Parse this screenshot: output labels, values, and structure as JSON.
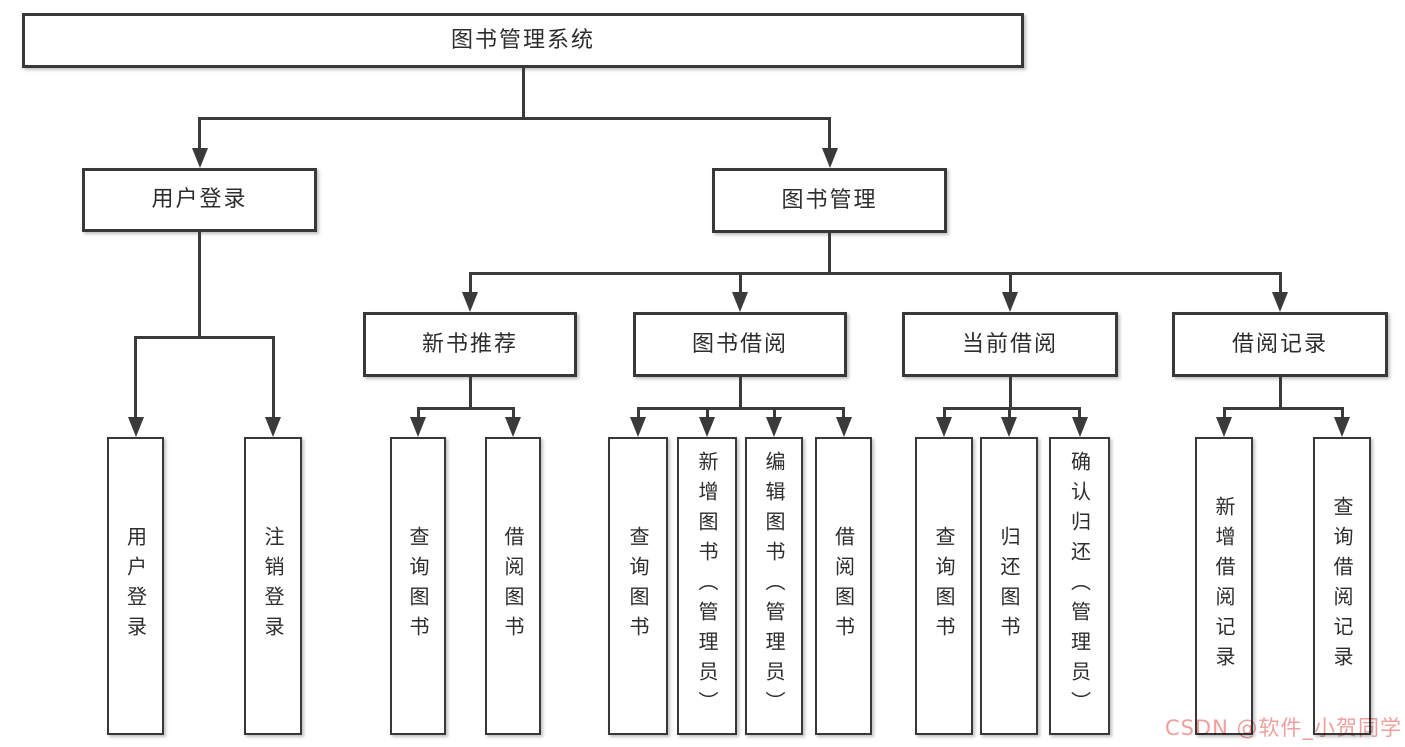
{
  "colors": {
    "background": "#ffffff",
    "line": "#3a3a3a",
    "box_border": "#383838",
    "text": "#2d2d2d",
    "watermark": "#ef9f9e"
  },
  "watermark": {
    "text": "CSDN @软件_小贺同学"
  },
  "diagram": {
    "title": "图书管理系统",
    "nodes": [
      {
        "id": "root",
        "label": "图书管理系统",
        "orientation": "horizontal",
        "parent": null
      },
      {
        "id": "user-login",
        "label": "用户登录",
        "orientation": "horizontal",
        "parent": "root"
      },
      {
        "id": "book-mgmt",
        "label": "图书管理",
        "orientation": "horizontal",
        "parent": "root"
      },
      {
        "id": "leaf-user-login",
        "label": "用户登录",
        "orientation": "vertical",
        "parent": "user-login"
      },
      {
        "id": "leaf-logout",
        "label": "注销登录",
        "orientation": "vertical",
        "parent": "user-login"
      },
      {
        "id": "new-book",
        "label": "新书推荐",
        "orientation": "horizontal",
        "parent": "book-mgmt"
      },
      {
        "id": "book-borrow",
        "label": "图书借阅",
        "orientation": "horizontal",
        "parent": "book-mgmt"
      },
      {
        "id": "current-borrow",
        "label": "当前借阅",
        "orientation": "horizontal",
        "parent": "book-mgmt"
      },
      {
        "id": "borrow-record",
        "label": "借阅记录",
        "orientation": "horizontal",
        "parent": "book-mgmt"
      },
      {
        "id": "nb-query-book",
        "label": "查询图书",
        "orientation": "vertical",
        "parent": "new-book"
      },
      {
        "id": "nb-borrow-book",
        "label": "借阅图书",
        "orientation": "vertical",
        "parent": "new-book"
      },
      {
        "id": "bb-query-book",
        "label": "查询图书",
        "orientation": "vertical",
        "parent": "book-borrow"
      },
      {
        "id": "bb-add-book",
        "label": "新增图书（管理员）",
        "orientation": "vertical",
        "parent": "book-borrow"
      },
      {
        "id": "bb-edit-book",
        "label": "编辑图书（管理员）",
        "orientation": "vertical",
        "parent": "book-borrow"
      },
      {
        "id": "bb-borrow-book",
        "label": "借阅图书",
        "orientation": "vertical",
        "parent": "book-borrow"
      },
      {
        "id": "cb-query-book",
        "label": "查询图书",
        "orientation": "vertical",
        "parent": "current-borrow"
      },
      {
        "id": "cb-return-book",
        "label": "归还图书",
        "orientation": "vertical",
        "parent": "current-borrow"
      },
      {
        "id": "cb-confirm-return",
        "label": "确认归还（管理员）",
        "orientation": "vertical",
        "parent": "current-borrow"
      },
      {
        "id": "br-add-record",
        "label": "新增借阅记录",
        "orientation": "vertical",
        "parent": "borrow-record"
      },
      {
        "id": "br-query-record",
        "label": "查询借阅记录",
        "orientation": "vertical",
        "parent": "borrow-record"
      }
    ]
  }
}
